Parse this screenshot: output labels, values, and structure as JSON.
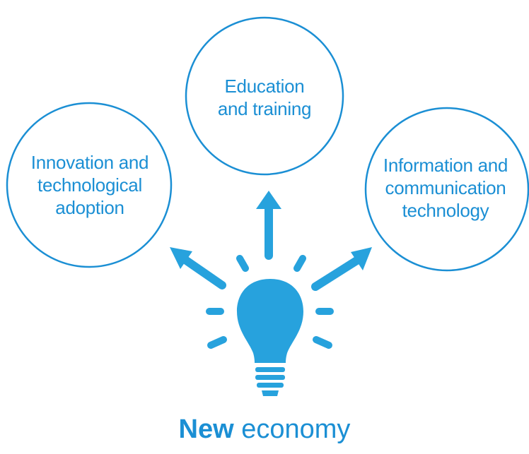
{
  "colors": {
    "primary": "#1b8fd4",
    "icon": "#27a2dd"
  },
  "nodes": {
    "center": {
      "line1": "Education",
      "line2": "and training"
    },
    "left": {
      "line1": "Innovation and",
      "line2": "technological",
      "line3": "adoption"
    },
    "right": {
      "line1": "Information and",
      "line2": "communication",
      "line3": "technology"
    }
  },
  "icon": "lightbulb-icon",
  "title": {
    "bold": "New",
    "rest": " economy"
  }
}
